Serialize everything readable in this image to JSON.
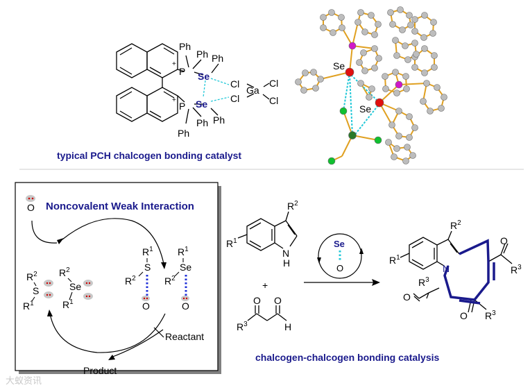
{
  "colors": {
    "bond": "#000000",
    "navy": "#1a1a8c",
    "cyan": "#22c8d8",
    "dot_blue": "#1e2fd8",
    "crystal_bond": "#e0a020",
    "se_atom": "#e01010",
    "p_atom": "#d018c8",
    "cl_atom": "#10c030",
    "h_atom": "#bdbdbd",
    "watermark": "#c8c8c8"
  },
  "top": {
    "caption": "typical PCH chalcogen bonding catalyst",
    "labels": {
      "ph": "Ph",
      "plus": "+",
      "p": "P",
      "se": "Se",
      "cl": "Cl",
      "ga": "Ga"
    },
    "crystal": {
      "se_label": "Se"
    }
  },
  "mechanism": {
    "title": "Noncovalent Weak Interaction",
    "o_label": "O",
    "s_label": "S",
    "se_label": "Se",
    "r1": "R",
    "r2": "R",
    "sup1": "1",
    "sup2": "2",
    "reactant": "Reactant",
    "product": "Product"
  },
  "reaction": {
    "indole_r2": "R",
    "indole_r1": "R",
    "nh": "N",
    "h": "H",
    "plus": "+",
    "o": "O",
    "h_ald": "H",
    "r3": "R",
    "sup1": "1",
    "sup2": "2",
    "sup3": "3",
    "cat_se": "Se",
    "cat_o": "O",
    "prod_n": "N",
    "caption": "chalcogen-chalcogen bonding catalysis"
  },
  "watermark": "大蚁资讯"
}
